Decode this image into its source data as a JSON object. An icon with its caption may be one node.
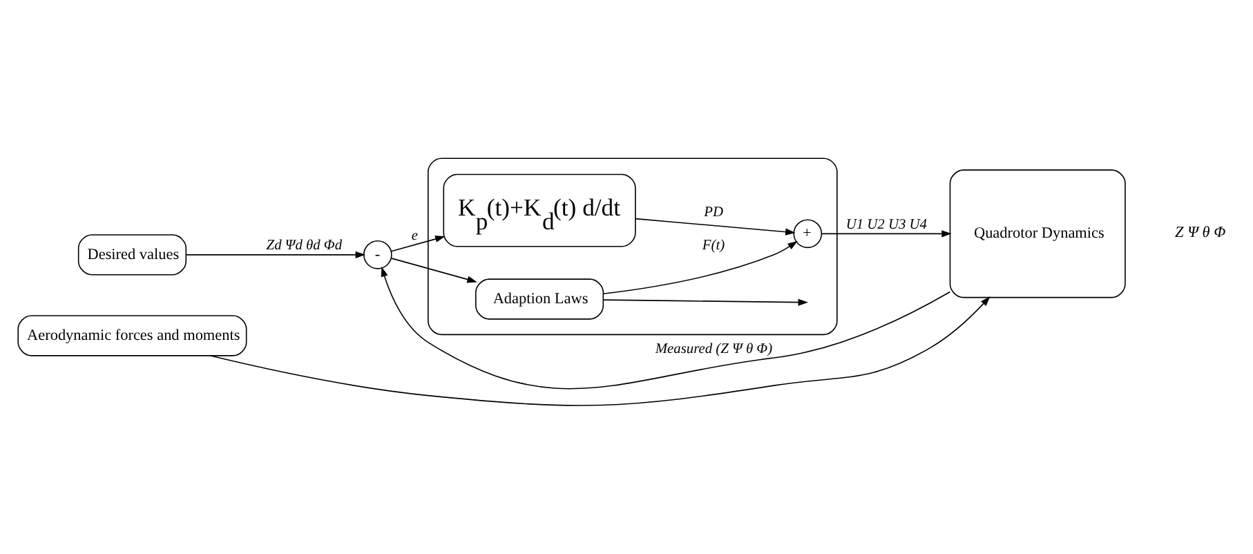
{
  "diagram": {
    "nodes": [
      {
        "text": [
          "Desired values"
        ]
      },
      {
        "text": [
          "-"
        ]
      },
      {
        "text": [],
        "shape": "box"
      },
      {
        "text": [
          "K$_{p}$(t)+K$_{d}$(t) d/dt"
        ],
        "in": 2
      },
      {
        "text": [
          "Adaption Laws"
        ],
        "in": 2
      },
      {
        "text": [
          "+"
        ],
        "in": 2
      },
      {
        "text": [
          "Quadrotor Dynamics"
        ],
        "beside": [
          "Z Ψ θ Φ"
        ]
      },
      {
        "text": [
          "Aerodynamic forces and moments"
        ]
      }
    ],
    "edges": [
      {
        "from": 0,
        "to": 1,
        "arrow": "to",
        "label": "Zd Ψd θd Φd"
      },
      {
        "from": 1,
        "to": 3,
        "arrow": "to",
        "label": "e"
      },
      {
        "from": 1,
        "to": 4,
        "arrow": "to"
      },
      {
        "from": 4,
        "to": null,
        "arrow": "to"
      },
      {
        "from": 3,
        "to": 5,
        "arrow": "to",
        "label": "PD"
      },
      {
        "from": 4,
        "to": 5,
        "arrow": "to",
        "label": "F(t)"
      },
      {
        "from": 5,
        "to": 6,
        "arrow": "to",
        "label": "U1 U2 U3 U4"
      },
      {
        "from": 7,
        "to": 6,
        "arrow": "to"
      },
      {
        "from": 6,
        "to": 1,
        "arrow": "to",
        "label": "Measured (Z Ψ θ Φ)"
      }
    ]
  }
}
